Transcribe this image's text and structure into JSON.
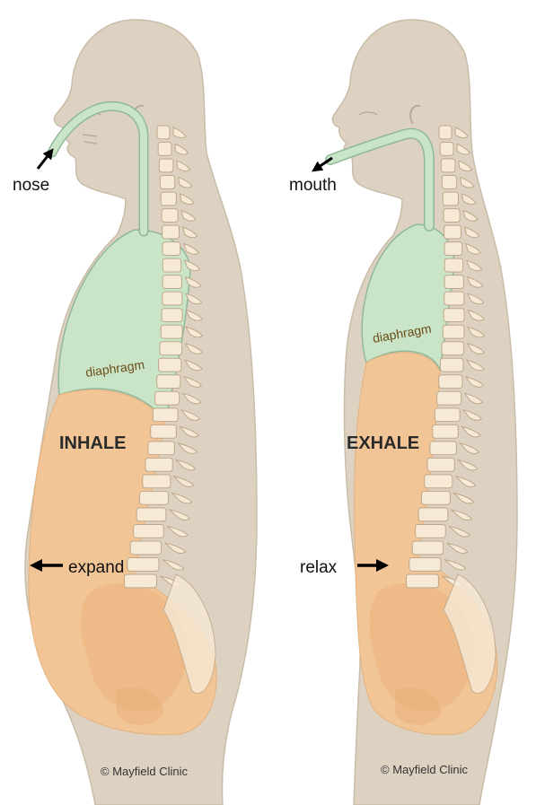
{
  "colors": {
    "body": "#ddd2c2",
    "body_outline": "#c9bca8",
    "lung": "#c9e4c6",
    "lung_outline": "#8fb89a",
    "abdomen": "#f2c596",
    "abdomen_dark": "#e6ae78",
    "bone": "#f6ead6",
    "bone_outline": "#bfa78a",
    "arrow": "#000000",
    "diaphragm_text": "#6b4e1a"
  },
  "panels": [
    {
      "phase": "INHALE",
      "airway_label": "nose",
      "diaphragm_label": "diaphragm",
      "motion_label": "expand",
      "credit": "© Mayfield Clinic"
    },
    {
      "phase": "EXHALE",
      "airway_label": "mouth",
      "diaphragm_label": "diaphragm",
      "motion_label": "relax",
      "credit": "© Mayfield Clinic"
    }
  ]
}
